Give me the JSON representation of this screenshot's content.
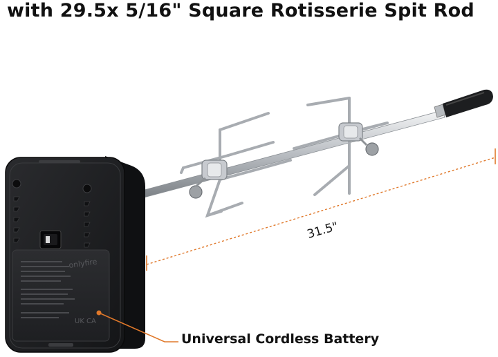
{
  "headline": "with 29.5x 5/16\" Square Rotisserie Spit Rod",
  "dimension_label": "31.5\"",
  "caption": "Universal Cordless Battery",
  "motor": {
    "brand": "onlyfire",
    "marks": "UK CA"
  },
  "colors": {
    "accent": "#e0782a",
    "text": "#111111",
    "motor_body": "#1c1d1f",
    "rod": "#c9ccd0"
  }
}
